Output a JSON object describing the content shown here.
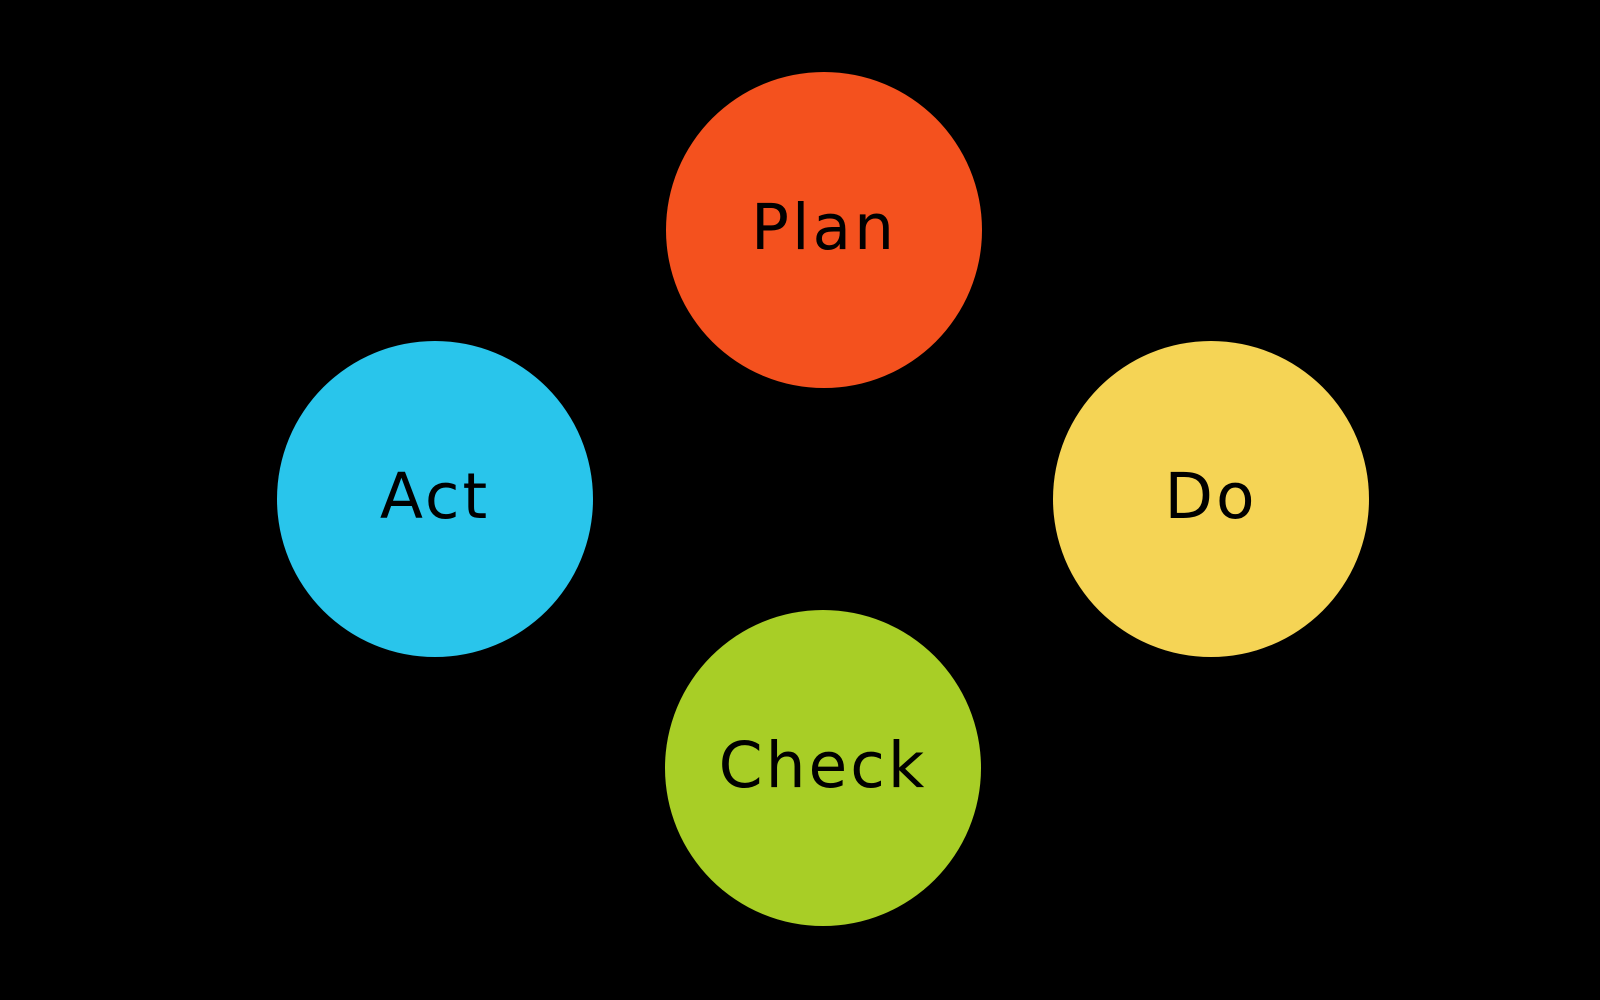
{
  "diagram": {
    "type": "cycle-diagram",
    "background": "#000000",
    "label_color": "#000000",
    "nodes": [
      {
        "label": "Plan",
        "position": "top",
        "color": "#F4511E"
      },
      {
        "label": "Do",
        "position": "right",
        "color": "#F5D455"
      },
      {
        "label": "Check",
        "position": "bottom",
        "color": "#A8CE26"
      },
      {
        "label": "Act",
        "position": "left",
        "color": "#29C5EB"
      }
    ]
  }
}
